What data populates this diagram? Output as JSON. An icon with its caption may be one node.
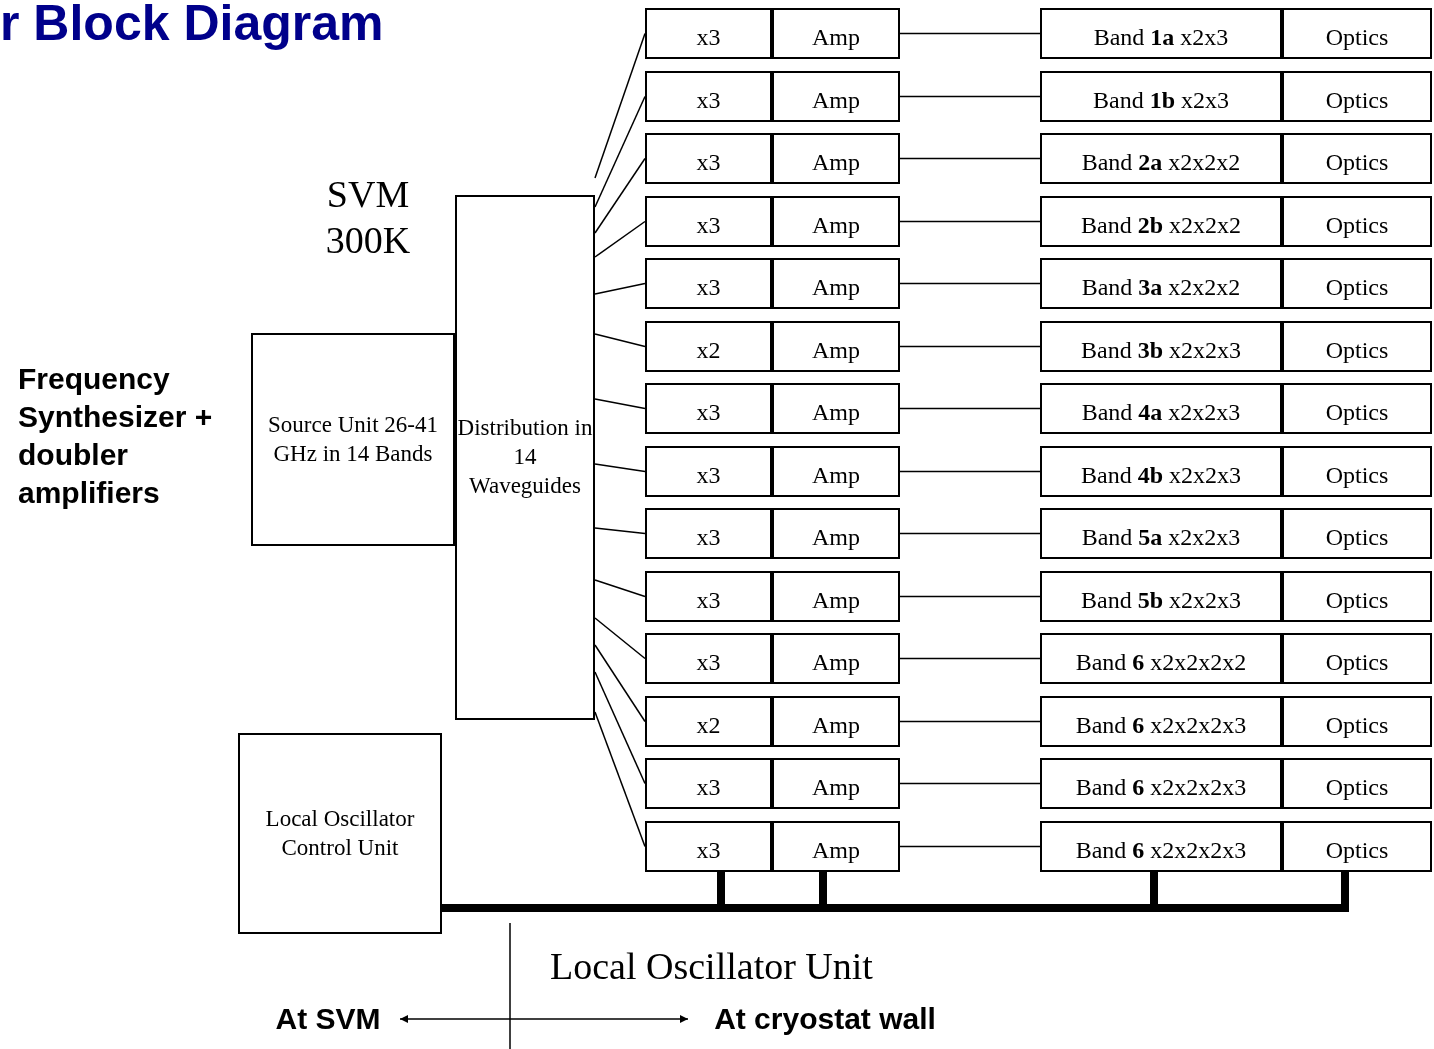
{
  "diagram": {
    "title": "r Block Diagram",
    "nodes": [
      {
        "text": [
          "Source Unit 26-41 GHz in 14 Bands"
        ]
      },
      {
        "text": [
          "Distribution in 14 Waveguides"
        ]
      },
      {
        "text": [
          "Local Oscillator Control Unit"
        ]
      },
      {
        "text": [
          "x3"
        ]
      },
      {
        "text": [
          "Amp"
        ]
      },
      {
        "text": [
          "Band **1a** x2x3"
        ]
      },
      {
        "text": [
          "Optics"
        ]
      },
      {
        "text": [
          "x3"
        ]
      },
      {
        "text": [
          "Amp"
        ]
      },
      {
        "text": [
          "Band **1b** x2x3"
        ]
      },
      {
        "text": [
          "Optics"
        ]
      },
      {
        "text": [
          "x3"
        ]
      },
      {
        "text": [
          "Amp"
        ]
      },
      {
        "text": [
          "Band **2a** x2x2x2"
        ]
      },
      {
        "text": [
          "Optics"
        ]
      },
      {
        "text": [
          "x3"
        ]
      },
      {
        "text": [
          "Amp"
        ]
      },
      {
        "text": [
          "Band **2b** x2x2x2"
        ]
      },
      {
        "text": [
          "Optics"
        ]
      },
      {
        "text": [
          "x3"
        ]
      },
      {
        "text": [
          "Amp"
        ]
      },
      {
        "text": [
          "Band **3a** x2x2x2"
        ]
      },
      {
        "text": [
          "Optics"
        ]
      },
      {
        "text": [
          "x2"
        ]
      },
      {
        "text": [
          "Amp"
        ]
      },
      {
        "text": [
          "Band **3b** x2x2x3"
        ]
      },
      {
        "text": [
          "Optics"
        ]
      },
      {
        "text": [
          "x3"
        ]
      },
      {
        "text": [
          "Amp"
        ]
      },
      {
        "text": [
          "Band **4a** x2x2x3"
        ]
      },
      {
        "text": [
          "Optics"
        ]
      },
      {
        "text": [
          "x3"
        ]
      },
      {
        "text": [
          "Amp"
        ]
      },
      {
        "text": [
          "Band **4b** x2x2x3"
        ]
      },
      {
        "text": [
          "Optics"
        ]
      },
      {
        "text": [
          "x3"
        ]
      },
      {
        "text": [
          "Amp"
        ]
      },
      {
        "text": [
          "Band **5a** x2x2x3"
        ]
      },
      {
        "text": [
          "Optics"
        ]
      },
      {
        "text": [
          "x3"
        ]
      },
      {
        "text": [
          "Amp"
        ]
      },
      {
        "text": [
          "Band **5b** x2x2x3"
        ]
      },
      {
        "text": [
          "Optics"
        ]
      },
      {
        "text": [
          "x3"
        ]
      },
      {
        "text": [
          "Amp"
        ]
      },
      {
        "text": [
          "Band **6** x2x2x2x2"
        ]
      },
      {
        "text": [
          "Optics"
        ]
      },
      {
        "text": [
          "x2"
        ]
      },
      {
        "text": [
          "Amp"
        ]
      },
      {
        "text": [
          "Band **6** x2x2x2x3"
        ]
      },
      {
        "text": [
          "Optics"
        ]
      },
      {
        "text": [
          "x3"
        ]
      },
      {
        "text": [
          "Amp"
        ]
      },
      {
        "text": [
          "Band **6** x2x2x2x3"
        ]
      },
      {
        "text": [
          "Optics"
        ]
      },
      {
        "text": [
          "x3"
        ]
      },
      {
        "text": [
          "Amp"
        ]
      },
      {
        "text": [
          "Band **6** x2x2x2x3"
        ]
      },
      {
        "text": [
          "Optics"
        ]
      },
      {
        "text": [
          "At SVM"
        ]
      },
      {
        "text": [
          "At cryostat wall"
        ]
      }
    ],
    "edges": [
      {
        "from": 1,
        "to": 3,
        "arrow": "none"
      },
      {
        "from": 1,
        "to": 7,
        "arrow": "none"
      },
      {
        "from": 1,
        "to": 11,
        "arrow": "none"
      },
      {
        "from": 1,
        "to": 15,
        "arrow": "none"
      },
      {
        "from": 1,
        "to": 19,
        "arrow": "none"
      },
      {
        "from": 1,
        "to": 23,
        "arrow": "none"
      },
      {
        "from": 1,
        "to": 27,
        "arrow": "none"
      },
      {
        "from": 1,
        "to": 31,
        "arrow": "none"
      },
      {
        "from": 1,
        "to": 35,
        "arrow": "none"
      },
      {
        "from": 1,
        "to": 39,
        "arrow": "none"
      },
      {
        "from": 1,
        "to": 43,
        "arrow": "none"
      },
      {
        "from": 1,
        "to": 47,
        "arrow": "none"
      },
      {
        "from": 1,
        "to": 51,
        "arrow": "none"
      },
      {
        "from": 1,
        "to": 55,
        "arrow": "none"
      },
      {
        "from": 4,
        "to": 5,
        "arrow": "none"
      },
      {
        "from": 8,
        "to": 9,
        "arrow": "none"
      },
      {
        "from": 12,
        "to": 13,
        "arrow": "none"
      },
      {
        "from": 16,
        "to": 17,
        "arrow": "none"
      },
      {
        "from": 20,
        "to": 21,
        "arrow": "none"
      },
      {
        "from": 24,
        "to": 25,
        "arrow": "none"
      },
      {
        "from": 28,
        "to": 29,
        "arrow": "none"
      },
      {
        "from": 32,
        "to": 33,
        "arrow": "none"
      },
      {
        "from": 36,
        "to": 37,
        "arrow": "none"
      },
      {
        "from": 40,
        "to": 41,
        "arrow": "none"
      },
      {
        "from": 44,
        "to": 45,
        "arrow": "none"
      },
      {
        "from": 48,
        "to": 49,
        "arrow": "none"
      },
      {
        "from": 52,
        "to": 53,
        "arrow": "none"
      },
      {
        "from": 56,
        "to": 57,
        "arrow": "none"
      },
      {
        "from": 2,
        "to": 55,
        "arrow": "none",
        "style": "thick"
      },
      {
        "from": 2,
        "to": 56,
        "arrow": "none",
        "style": "thick"
      },
      {
        "from": 2,
        "to": 57,
        "arrow": "none",
        "style": "thick"
      },
      {
        "from": 2,
        "to": 58,
        "arrow": "none",
        "style": "thick"
      },
      {
        "from": 59,
        "to": 60,
        "arrow": "both"
      }
    ],
    "labels": [
      "SVM 300K",
      "Frequency Synthesizer + doubler amplifiers",
      "Local Oscillator Unit"
    ]
  }
}
